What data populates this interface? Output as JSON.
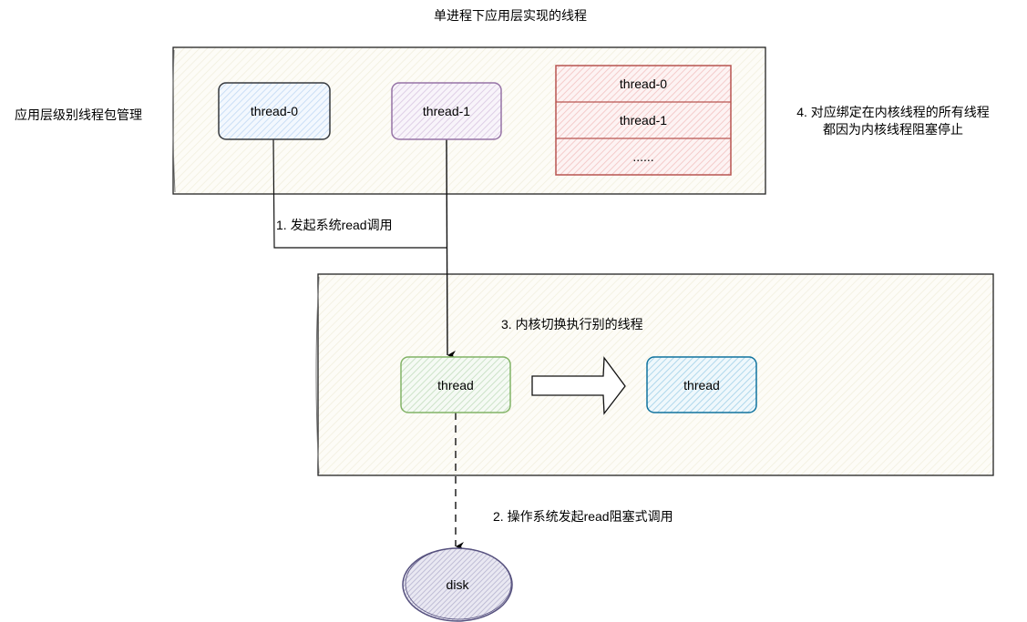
{
  "title": "单进程下应用层实现的线程",
  "user_space": {
    "label": "应用层级别线程包管理",
    "threads": [
      {
        "label": "thread-0",
        "color": "#dae8fc",
        "stroke": "#36393d"
      },
      {
        "label": "thread-1",
        "color": "#e1d5e7",
        "stroke": "#9673a6"
      }
    ],
    "thread_table": {
      "rows": [
        "thread-0",
        "thread-1",
        "......"
      ],
      "color": "#f8cecc",
      "stroke": "#b85450"
    }
  },
  "annotations": {
    "step1": "1. 发起系统read调用",
    "step2": "2. 操作系统发起read阻塞式调用",
    "step3": "3. 内核切换执行别的线程",
    "step4_line1": "4. 对应绑定在内核线程的所有线程",
    "step4_line2": "都因为内核线程阻塞停止"
  },
  "kernel_space": {
    "threads": [
      {
        "label": "thread",
        "color": "#d5e8d4",
        "stroke": "#82b366"
      },
      {
        "label": "thread",
        "color": "#b1ddf0",
        "stroke": "#10739e"
      }
    ]
  },
  "disk": {
    "label": "disk",
    "color": "#d0cee2",
    "stroke": "#56517e"
  },
  "container_fill": "#f9f7ed"
}
